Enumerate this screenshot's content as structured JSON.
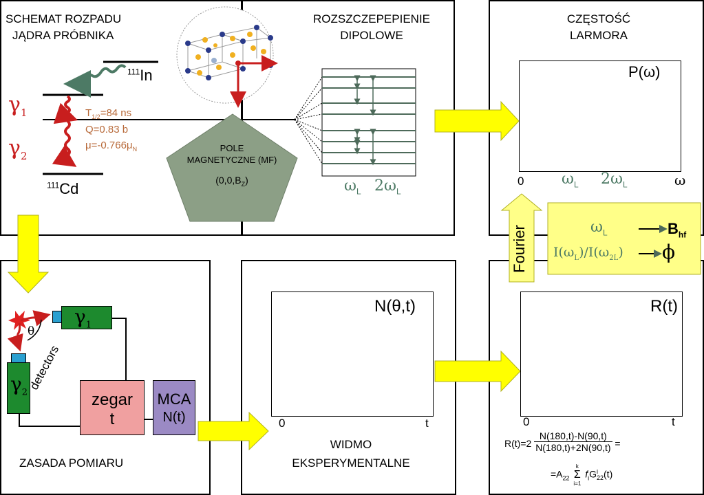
{
  "panels": {
    "decay": {
      "title_line1": "SCHEMAT ROZPADU",
      "title_line2": "JĄDRA PRÓBNIKA"
    },
    "dipole": {
      "title_line1": "ROZSZCZEPEPIENIE",
      "title_line2": "DIPOLOWE"
    },
    "larmor": {
      "title_line1": "CZĘSTOŚĆ",
      "title_line2": "LARMORA"
    },
    "principle": {
      "title": "ZASADA POMIARU"
    },
    "spectrum": {
      "title_line1": "WIDMO",
      "title_line2": "EKSPERYMENTALNE"
    }
  },
  "decay_scheme": {
    "parent_mass": "111",
    "parent_symbol": "In",
    "daughter_mass": "111",
    "daughter_symbol": "Cd",
    "gamma1": "γ",
    "gamma1_sub": "1",
    "gamma2": "γ",
    "gamma2_sub": "2",
    "halflife_prefix": "T",
    "halflife_sub": "1/2",
    "halflife_value": "=84 ns",
    "quadrupole": "Q=0.83 b",
    "moment_prefix": "μ=-0.766μ",
    "moment_sub": "N"
  },
  "magnetic_field": {
    "line1": "POLE",
    "line2": "MAGNETYCZNE (MF)",
    "vector_prefix": "(0,0,B",
    "vector_sub": "Z",
    "vector_suffix": ")"
  },
  "dipole_labels": {
    "omega_L": "ω",
    "omega_L_sub": "L",
    "two_omega": "2ω",
    "two_omega_sub": "L"
  },
  "larmor_plot": {
    "label": "P(ω)",
    "x_start": "0",
    "x_mid1": "ω",
    "x_mid1_sub": "L",
    "x_mid2": "2ω",
    "x_mid2_sub": "L",
    "x_end": "ω"
  },
  "fourier": {
    "label": "Fourier"
  },
  "results": {
    "row1_left": "ω",
    "row1_left_sub": "L",
    "row1_right": "B",
    "row1_right_sub": "hf",
    "row2_left_a": "I(ω",
    "row2_left_a_sub": "L",
    "row2_left_b": ")/I(ω",
    "row2_left_b_sub": "2L",
    "row2_left_c": ")",
    "row2_right": "ϕ"
  },
  "measurement": {
    "gamma1": "γ",
    "gamma1_sub": "1",
    "gamma2": "γ",
    "gamma2_sub": "2",
    "theta": "θ",
    "detectors": "detectors",
    "clock_line1": "zegar",
    "clock_line2": "t",
    "mca_line1": "MCA",
    "mca_line2": "N(t)"
  },
  "spectrum_plot": {
    "label": "N(θ,t)",
    "x_start": "0",
    "x_end": "t"
  },
  "r_plot": {
    "label": "R(t)",
    "x_start": "0",
    "x_end": "t",
    "formula_prefix": "R(t)=2",
    "formula_num": "N(180,t)-N(90,t)",
    "formula_den": "N(180,t)+2N(90,t)",
    "formula_eq": "=",
    "formula2_prefix": "=A",
    "formula2_sub": "22",
    "formula2_sum": "Σ",
    "formula2_sum_top": "k",
    "formula2_sum_bottom": "i=1",
    "formula2_f": "f",
    "formula2_f_sub": "i",
    "formula2_G": "G",
    "formula2_G_sup": "i",
    "formula2_G_sub": "22",
    "formula2_tail": "(t)"
  },
  "colors": {
    "arrow_yellow": "#ffff00",
    "pentagon": "#8c9f86",
    "detector_green": "#1d8a2e",
    "clock_pink": "#f0a0a0",
    "mca_purple": "#9b8ac4",
    "larmor_box": "#ffff88",
    "decay_text": "#b86a3a",
    "gamma_red": "#c81e1e",
    "plot_line": "#5a7a6a"
  }
}
